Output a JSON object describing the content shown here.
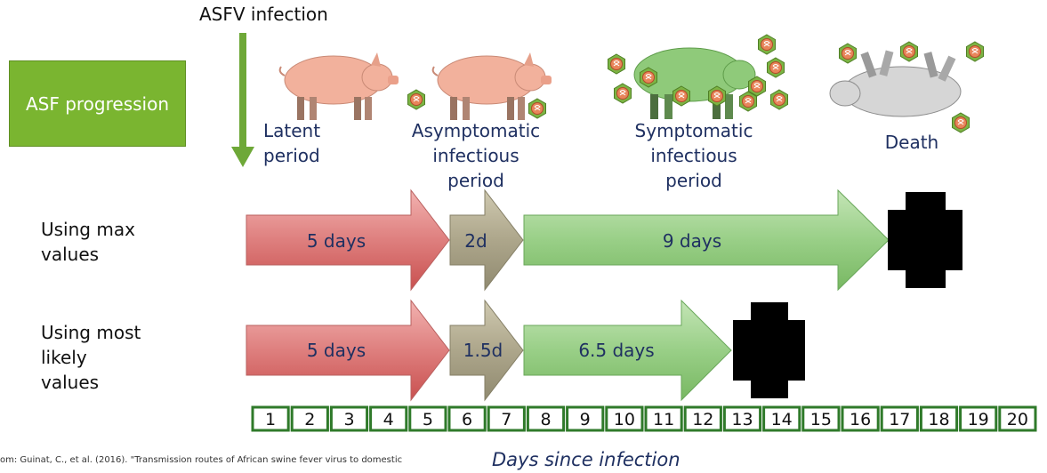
{
  "header": {
    "infection_label": "ASFV infection"
  },
  "progression_box": {
    "label": "ASF progression"
  },
  "stages": [
    {
      "label": "Latent\nperiod"
    },
    {
      "label": "Asymptomatic\ninfectious\nperiod"
    },
    {
      "label": "Symptomatic\ninfectious\nperiod"
    },
    {
      "label": "Death"
    }
  ],
  "rows": {
    "max": {
      "label": "Using max\nvalues",
      "latent": "5 days",
      "asymptomatic": "2d",
      "symptomatic": "9 days"
    },
    "likely": {
      "label": "Using most\nlikely\nvalues",
      "latent": "5 days",
      "asymptomatic": "1.5d",
      "symptomatic": "6.5 days"
    }
  },
  "axis": {
    "days": [
      "1",
      "2",
      "3",
      "4",
      "5",
      "6",
      "7",
      "8",
      "9",
      "10",
      "11",
      "12",
      "13",
      "14",
      "15",
      "16",
      "17",
      "18",
      "19",
      "20"
    ],
    "label": "Days since infection"
  },
  "source": "om: Guinat, C., et al. (2016). \"Transmission routes of African swine fever virus to domestic",
  "colors": {
    "green": "#7ab530",
    "red_arrow": "#d9676a",
    "tan_arrow": "#a09a80",
    "green_arrow": "#8cc47a",
    "text_blue": "#1f3061"
  }
}
